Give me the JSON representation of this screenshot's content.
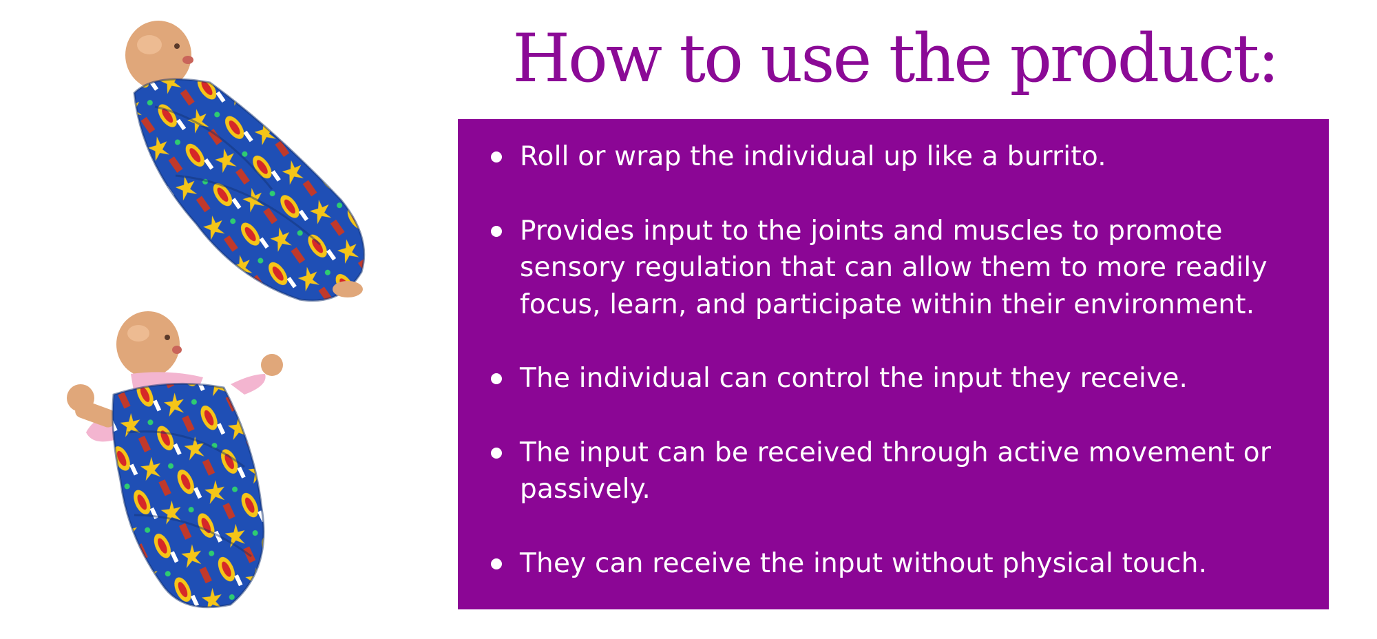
{
  "heading": "How to use the product:",
  "bullets": [
    "Roll or wrap the individual up like a burrito.",
    "Provides input to the joints and muscles to promote sensory regulation that can allow them to more readily focus, learn, and participate within their environment.",
    "The individual can control the input they receive.",
    "The input can be received through active movement or passively.",
    "They can receive the input without physical touch."
  ],
  "images": [
    {
      "name": "doll-swaddled-arms-in",
      "description": "Baby doll fully wrapped in comic-print blanket"
    },
    {
      "name": "doll-swaddled-arms-out",
      "description": "Baby doll wrapped in comic-print blanket with arms out"
    }
  ],
  "colors": {
    "accent_purple": "#8b0695",
    "title_purple": "#8b0a96",
    "blanket_blue": "#1f4fb5",
    "burst_yellow": "#f5c518",
    "burst_red": "#d62828",
    "skin": "#e0a77a",
    "sleeve_pink": "#f3b5d0"
  }
}
